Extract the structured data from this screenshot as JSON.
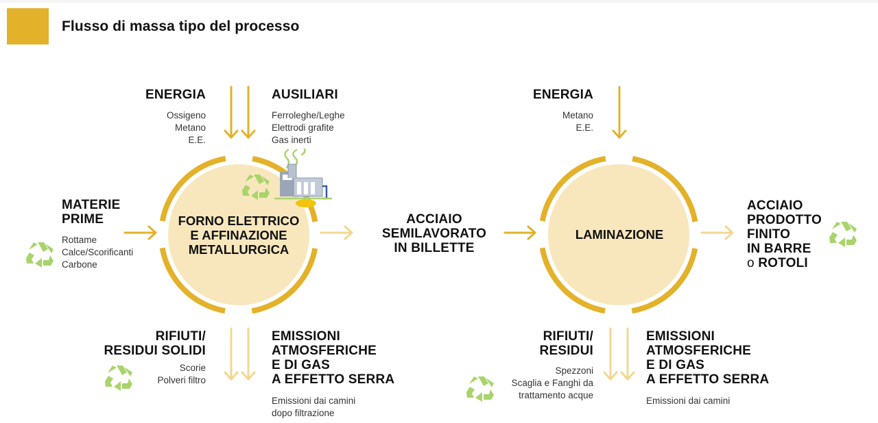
{
  "title": "Flusso di massa tipo del processo",
  "colors": {
    "accent": "#e3b22a",
    "accent_light": "#f1d891",
    "circle_fill": "#f8e7bd",
    "recycle": "#a9d46b"
  },
  "stage1": {
    "label": [
      "FORNO ELETTRICO",
      "E AFFINAZIONE",
      "METALLURGICA"
    ],
    "energy": {
      "title": "ENERGIA",
      "items": [
        "Ossigeno",
        "Metano",
        "E.E."
      ]
    },
    "auxiliary": {
      "title": "AUSILIARI",
      "items": [
        "Ferroleghe/Leghe",
        "Elettrodi grafite",
        "Gas inerti"
      ]
    },
    "raw_materials": {
      "title": [
        "MATERIE",
        "PRIME"
      ],
      "items": [
        "Rottame",
        "Calce/Scorificanti",
        "Carbone"
      ]
    },
    "waste": {
      "title": [
        "RIFIUTI/",
        "RESIDUI SOLIDI"
      ],
      "items": [
        "Scorie",
        "Polveri filtro"
      ]
    },
    "emissions": {
      "title": [
        "EMISSIONI",
        "ATMOSFERICHE",
        "E DI GAS",
        "A EFFETTO SERRA"
      ],
      "items": [
        "Emissioni dai camini",
        "dopo filtrazione"
      ]
    }
  },
  "intermediate": [
    "ACCIAIO",
    "SEMILAVORATO",
    "IN BILLETTE"
  ],
  "stage2": {
    "label": "LAMINAZIONE",
    "energy": {
      "title": "ENERGIA",
      "items": [
        "Metano",
        "E.E."
      ]
    },
    "waste": {
      "title": [
        "RIFIUTI/",
        "RESIDUI"
      ],
      "items": [
        "Spezzoni",
        "Scaglia e Fanghi da",
        "trattamento acque"
      ]
    },
    "emissions": {
      "title": [
        "EMISSIONI",
        "ATMOSFERICHE",
        "E DI GAS",
        "A EFFETTO SERRA"
      ],
      "items": [
        "Emissioni dai camini"
      ]
    }
  },
  "output": {
    "lines": [
      "ACCIAIO",
      "PRODOTTO",
      "FINITO",
      "IN BARRE"
    ],
    "last_prefix": "o",
    "last_word": "ROTOLI"
  },
  "icons": [
    "recycle-icon",
    "factory-icon",
    "arrow-icon"
  ]
}
